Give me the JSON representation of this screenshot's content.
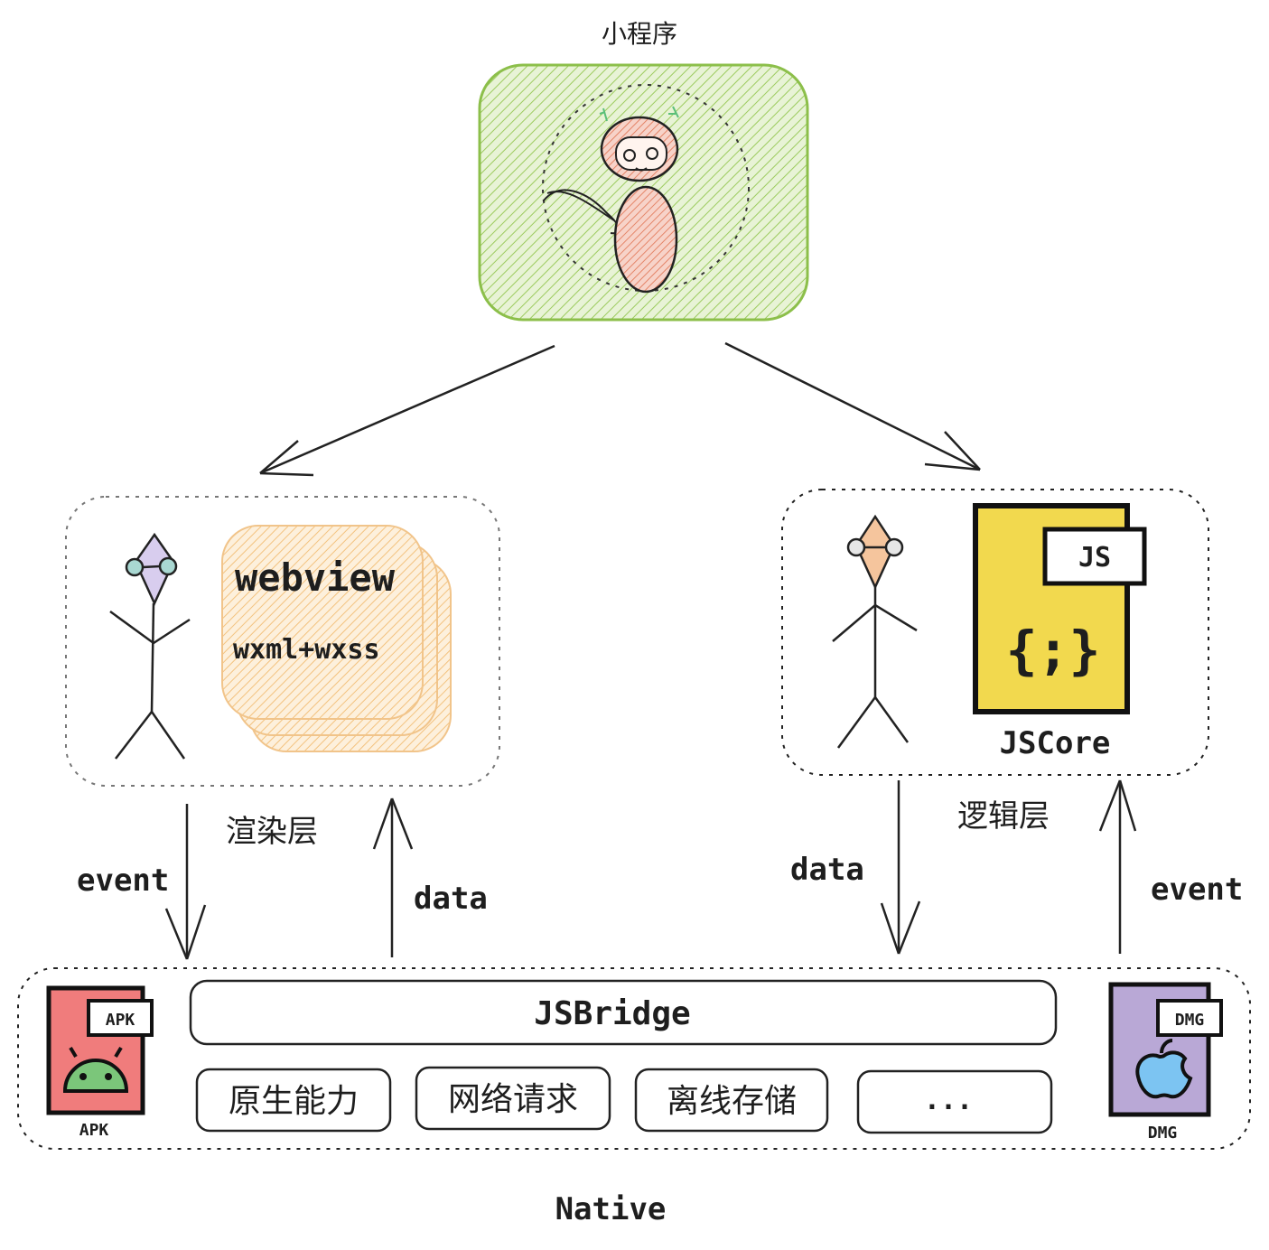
{
  "top": {
    "title": "小程序"
  },
  "render_layer": {
    "label": "渲染层",
    "webview_title": "webview",
    "webview_sub": "wxml+wxss"
  },
  "logic_layer": {
    "label": "逻辑层",
    "js_tag": "JS",
    "js_braces": "{;}",
    "core_label": "JSCore"
  },
  "edges": {
    "left_down": "event",
    "left_up": "data",
    "right_down": "data",
    "right_up": "event"
  },
  "native": {
    "label": "Native",
    "bridge": "JSBridge",
    "capabilities": [
      "原生能力",
      "网络请求",
      "离线存储",
      "..."
    ],
    "apk_tag": "APK",
    "apk_caption": "APK",
    "dmg_tag": "DMG",
    "dmg_caption": "DMG"
  },
  "colors": {
    "mini_program_fill": "#b2d67a",
    "mini_program_stroke": "#8cbf4a",
    "webview_fill": "#f7c98a",
    "jscore_fill": "#f2d94e",
    "apk_fill": "#f07c7c",
    "dmg_fill": "#b9a8d6",
    "android_green": "#7bc67a",
    "apple_blue": "#7cc4f2",
    "ink": "#1e1e1e"
  }
}
